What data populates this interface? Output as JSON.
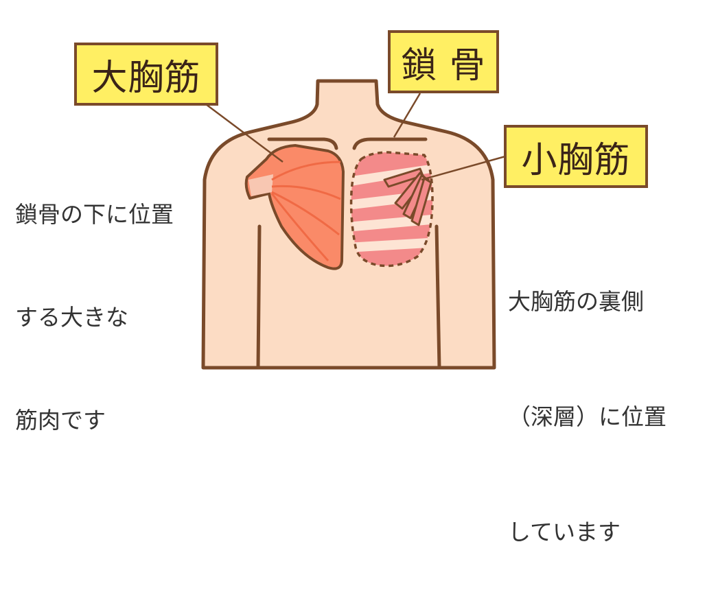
{
  "labels": {
    "pectoralis_major": "大胸筋",
    "clavicle": "鎖 骨",
    "pectoralis_minor": "小胸筋"
  },
  "descriptions": {
    "pectoralis_major": [
      "鎖骨の下に位置",
      "する大きな",
      "筋肉です"
    ],
    "pectoralis_minor": [
      "大胸筋の裏側",
      "（深層）に位置",
      "しています"
    ]
  },
  "colors": {
    "skin": "#fcdcc4",
    "outline": "#7a4a2a",
    "label_fill": "#ffef63",
    "major_muscle": "#fa8a68",
    "minor_muscle": "#f38a8a",
    "stripe": "#fde4d4"
  }
}
